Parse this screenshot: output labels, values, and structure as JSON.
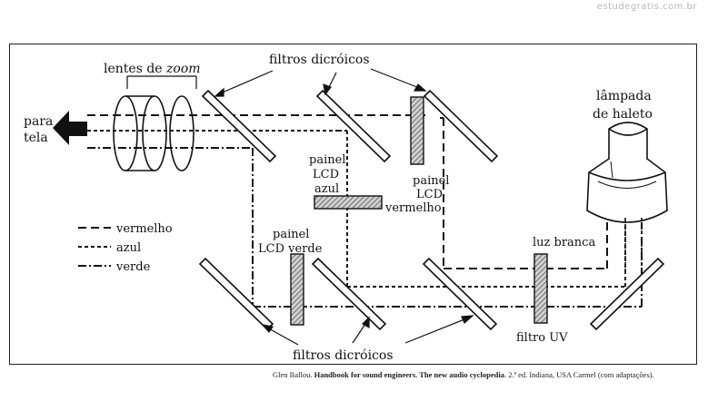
{
  "watermark": "estudegratis.com.br",
  "labels": {
    "para": "para",
    "tela": "tela",
    "lentes_prefix": "lentes de ",
    "lentes_zoom": "zoom",
    "filtros_top": "filtros dicróicos",
    "filtros_bottom": "filtros dicróicos",
    "lampada_1": "lâmpada",
    "lampada_2": "de haleto",
    "painel_azul_1": "painel",
    "painel_azul_2": "LCD",
    "painel_azul_3": "azul",
    "painel_verm_1": "painel",
    "painel_verm_2": "LCD",
    "painel_verm_3": "vermelho",
    "painel_verde_1": "painel",
    "painel_verde_2": "LCD verde",
    "luz_branca": "luz branca",
    "filtro_uv": "filtro UV"
  },
  "legend": {
    "vermelho": "vermelho",
    "azul": "azul",
    "verde": "verde"
  },
  "caption": {
    "author": "Glen Ballou. ",
    "book": "Handbook for sound engineers. The new audio cyclopedia",
    "rest": ". 2.ª ed. Indiana, USA Carmel (com adaptações)."
  }
}
